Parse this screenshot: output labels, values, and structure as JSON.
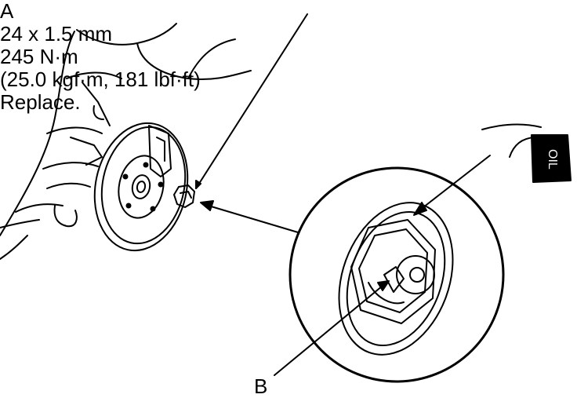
{
  "callout_a": {
    "letter": "A",
    "size": "24 x 1.5 mm",
    "torque_nm": "245 N·m",
    "torque_alt": "(25.0 kgf·m, 181 lbf·ft)",
    "note": "Replace."
  },
  "callout_b": {
    "letter": "B"
  },
  "oil_can": {
    "label": "OIL"
  },
  "colors": {
    "ink": "#000000",
    "paper": "#ffffff"
  }
}
